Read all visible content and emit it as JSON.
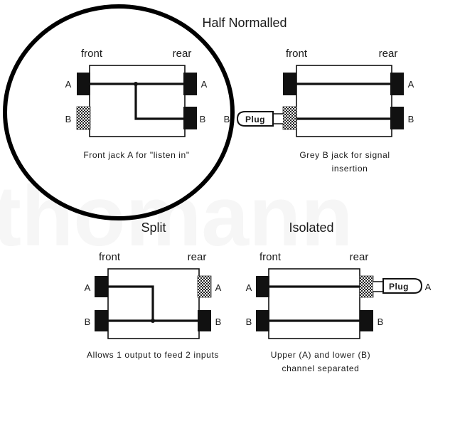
{
  "titles": {
    "half_normalled": "Half Normalled",
    "split": "Split",
    "isolated": "Isolated"
  },
  "watermark": "thomann",
  "panels": {
    "p1": {
      "front": "front",
      "rear": "rear",
      "front_a": "A",
      "rear_a": "A",
      "front_b": "B",
      "rear_b": "B",
      "caption": [
        "Front jack A for \"listen in\""
      ]
    },
    "p2": {
      "front": "front",
      "rear": "rear",
      "rear_a": "A",
      "front_b": "B",
      "rear_b": "B",
      "plug": "Plug",
      "caption": [
        "Grey B jack for signal",
        "insertion"
      ]
    },
    "p3": {
      "front": "front",
      "rear": "rear",
      "front_a": "A",
      "rear_a": "A",
      "front_b": "B",
      "rear_b": "B",
      "caption": [
        "Allows 1 output to feed 2 inputs"
      ]
    },
    "p4": {
      "front": "front",
      "rear": "rear",
      "front_a": "A",
      "rear_a": "A",
      "front_b": "B",
      "rear_b": "B",
      "plug": "Plug",
      "caption": [
        "Upper (A) and lower (B)",
        "channel separated"
      ]
    }
  },
  "colors": {
    "ink": "#111111",
    "background": "#ffffff",
    "watermark": "#f6f6f6"
  }
}
